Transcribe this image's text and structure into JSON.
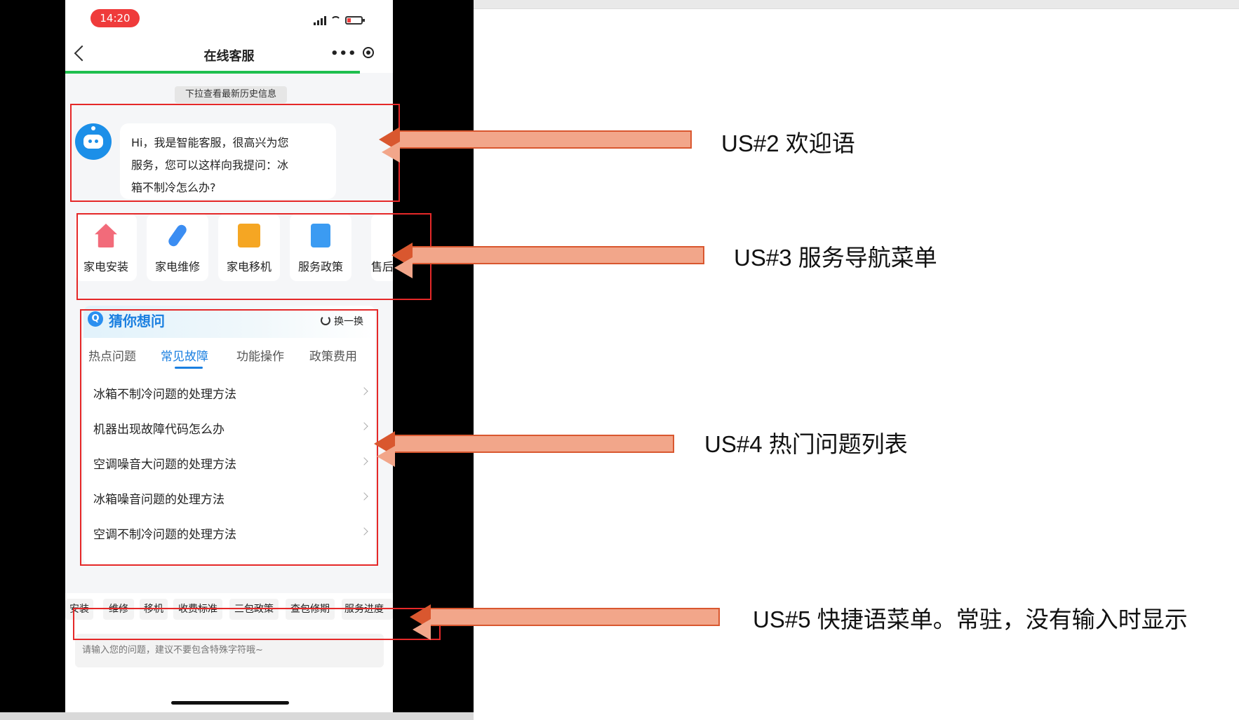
{
  "status_bar": {
    "time": "14:20"
  },
  "nav": {
    "title": "在线客服",
    "more_glyph": "•••"
  },
  "history_hint": "下拉查看最新历史信息",
  "welcome": {
    "line1": "Hi，我是智能客服，很高兴为您",
    "line2": "服务，您可以这样向我提问：冰",
    "line3": "箱不制冷怎么办?"
  },
  "services": [
    {
      "label": "家电安装",
      "icon": "house-icon",
      "color": "#f26b7a"
    },
    {
      "label": "家电维修",
      "icon": "wrench-icon",
      "color": "#3b8df2"
    },
    {
      "label": "家电移机",
      "icon": "move-box-icon",
      "color": "#f5a623"
    },
    {
      "label": "服务政策",
      "icon": "document-icon",
      "color": "#3b9bf2"
    }
  ],
  "service_partial_label": "售后",
  "guess": {
    "title": "猜你想问",
    "refresh_label": "换一换",
    "tabs": [
      "热点问题",
      "常见故障",
      "功能操作",
      "政策费用"
    ],
    "active_tab": "常见故障",
    "questions": [
      "冰箱不制冷问题的处理方法",
      "机器出现故障代码怎么办",
      "空调噪音大问题的处理方法",
      "冰箱噪音问题的处理方法",
      "空调不制冷问题的处理方法"
    ]
  },
  "shortcuts": [
    "安装",
    "维修",
    "移机",
    "收费标准",
    "三包政策",
    "查包修期",
    "服务进度"
  ],
  "input": {
    "placeholder": "请输入您的问题，建议不要包含特殊字符哦~"
  },
  "annotations": {
    "us2": "US#2 欢迎语",
    "us3": "US#3 服务导航菜单",
    "us4": "US#4 热门问题列表",
    "us5": "US#5 快捷语菜单。常驻，没有输入时显示"
  },
  "colors": {
    "brand_blue": "#1a7fe0",
    "progress_green": "#1fbf4e",
    "annotation_red": "#e52828",
    "arrow_fill": "#f2a68a"
  }
}
